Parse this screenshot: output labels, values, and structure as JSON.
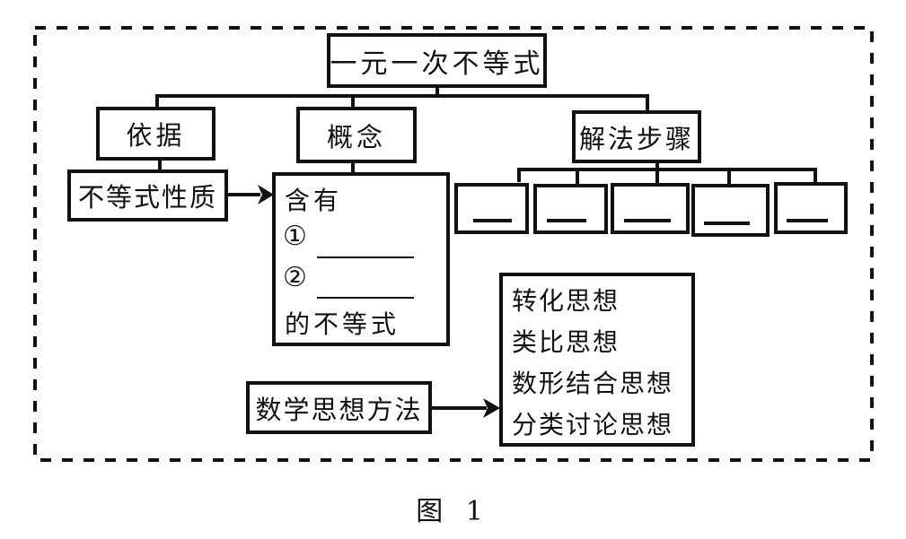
{
  "diagram": {
    "root": {
      "label": "一元一次不等式"
    },
    "branches": [
      {
        "id": "basis",
        "label": "依据",
        "child": {
          "label": "不等式性质"
        }
      },
      {
        "id": "concept",
        "label": "概念",
        "child": {
          "lines": [
            {
              "text": "含有"
            },
            {
              "marker": "①",
              "blank": ""
            },
            {
              "marker": "②",
              "blank": ""
            },
            {
              "text": "的不等式"
            }
          ]
        }
      },
      {
        "id": "steps",
        "label": "解法步骤",
        "steps": [
          {
            "blank": ""
          },
          {
            "blank": ""
          },
          {
            "blank": ""
          },
          {
            "blank": ""
          },
          {
            "blank": ""
          }
        ]
      }
    ],
    "methods": {
      "source": {
        "label": "数学思想方法"
      },
      "items": [
        {
          "label": "转化思想"
        },
        {
          "label": "类比思想"
        },
        {
          "label": "数形结合思想"
        },
        {
          "label": "分类讨论思想"
        }
      ]
    },
    "edges": [
      {
        "from": "不等式性质",
        "to": "概念内容",
        "type": "arrow"
      },
      {
        "from": "数学思想方法",
        "to": "思想列表",
        "type": "arrow"
      }
    ]
  },
  "caption": "图 1",
  "colors": {
    "stroke": "#111111",
    "background": "#ffffff"
  }
}
